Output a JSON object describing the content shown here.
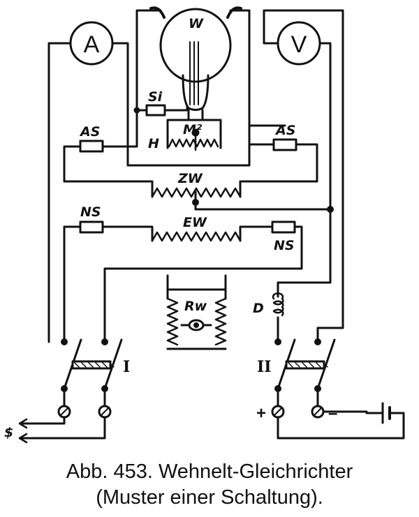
{
  "labels": {
    "ammeter": "A",
    "voltmeter": "V",
    "tube": "W",
    "si": "Si",
    "h": "H",
    "m2": "M²",
    "as_left": "AS",
    "as_right": "AS",
    "zw": "ZW",
    "ns_left": "NS",
    "ew": "EW",
    "ns_right": "NS",
    "rw": "Rw",
    "d": "D",
    "switch_1": "I",
    "switch_2": "II",
    "plus": "+",
    "minus": "–",
    "tilde": "$"
  },
  "caption": {
    "line1": "Abb. 453.  Wehnelt-Gleichrichter",
    "line2": "(Muster einer Schaltung)."
  }
}
